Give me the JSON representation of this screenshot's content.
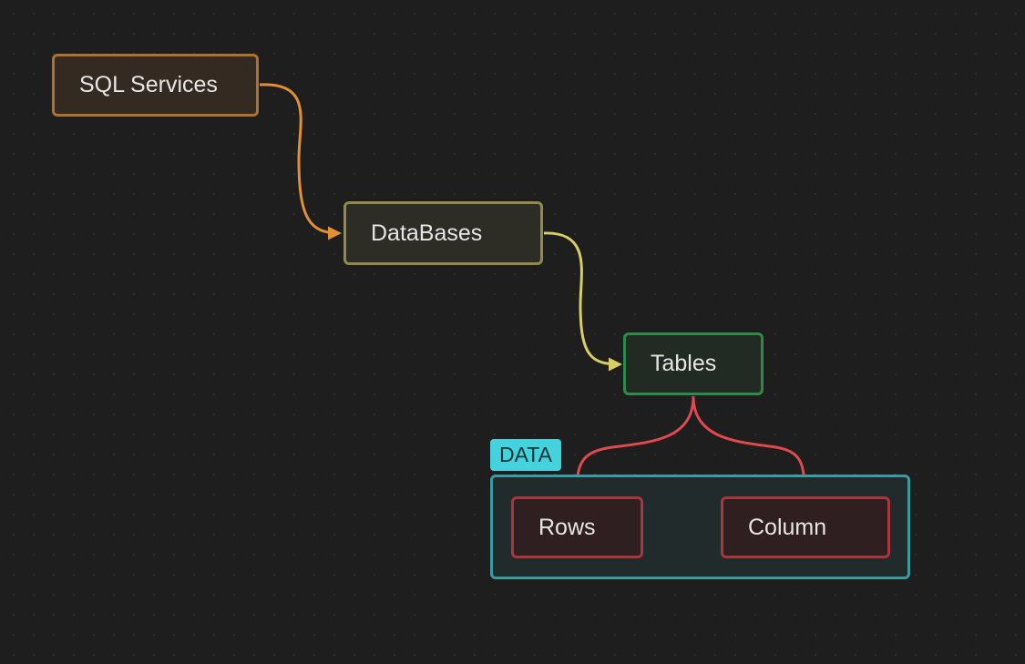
{
  "nodes": {
    "sql_services": "SQL Services",
    "databases": "DataBases",
    "tables": "Tables",
    "rows": "Rows",
    "column": "Column"
  },
  "group": {
    "label": "DATA"
  },
  "edges": [
    {
      "from": "sql_services",
      "to": "databases",
      "color": "#e38f35"
    },
    {
      "from": "databases",
      "to": "tables",
      "color": "#d8cf62"
    },
    {
      "from": "tables",
      "to": "rows",
      "color": "#e04a4f"
    },
    {
      "from": "tables",
      "to": "column",
      "color": "#e04a4f"
    }
  ],
  "colors": {
    "background": "#1e1e1e",
    "orange": "#b0702e",
    "olive": "#8f8b48",
    "green": "#2e8a4a",
    "red": "#a8363c",
    "teal": "#3a9ba1",
    "teal_label": "#44d2dc"
  }
}
